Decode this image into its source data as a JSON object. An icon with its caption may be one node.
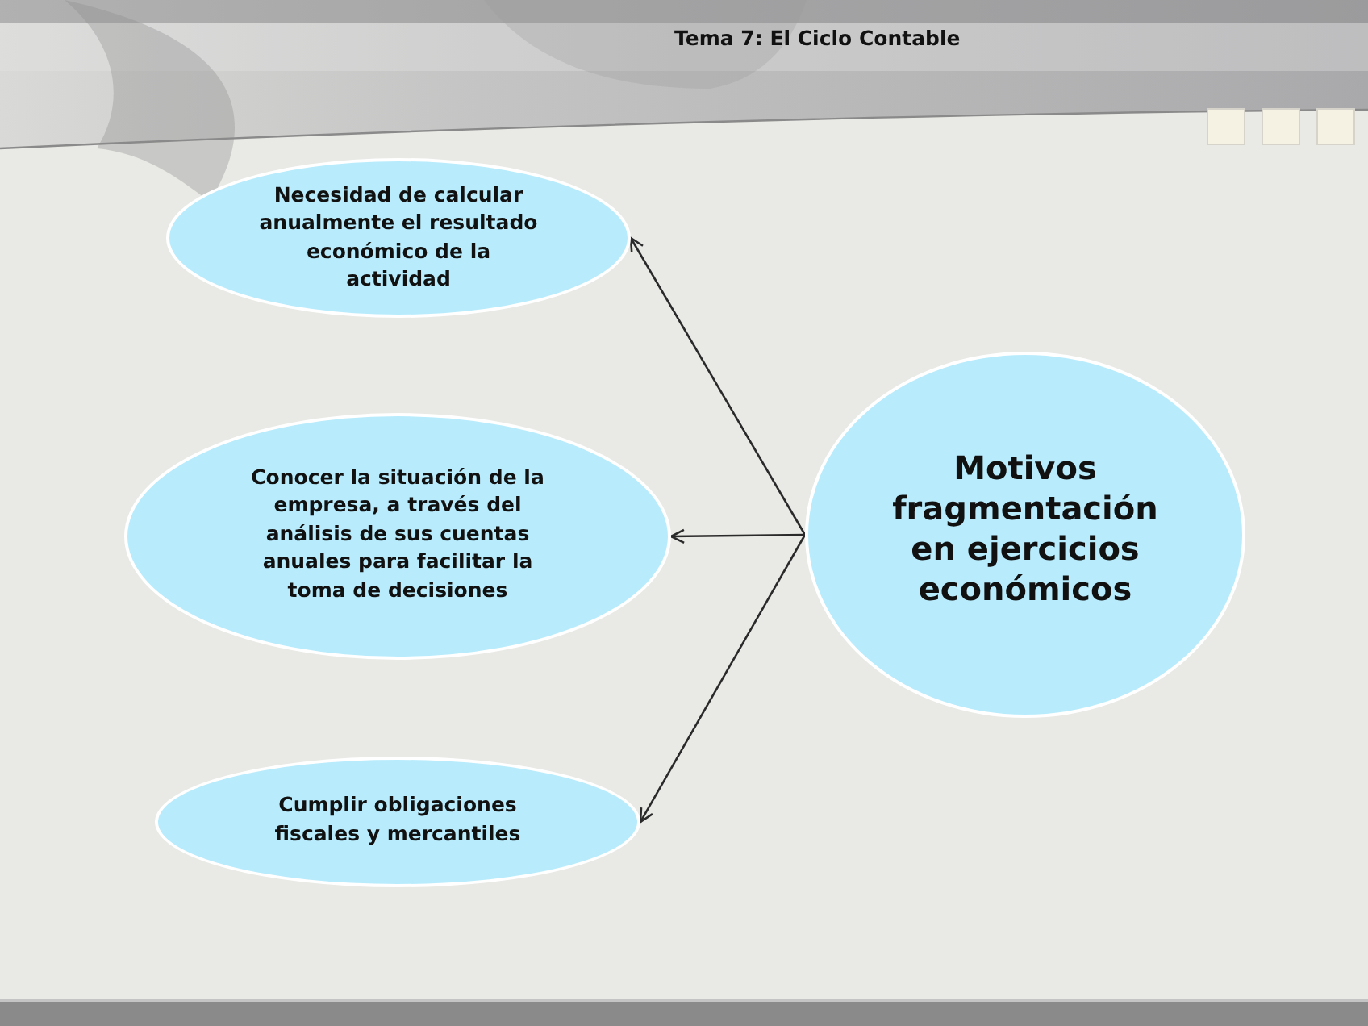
{
  "diagram": {
    "title": "Tema 7: El Ciclo Contable",
    "nodes": [
      {
        "text": [
          "Necesidad de calcular anualmente el resultado económico de la actividad"
        ]
      },
      {
        "text": [
          "Conocer la situación de la empresa, a través del análisis de sus cuentas anuales para facilitar la toma de decisiones"
        ]
      },
      {
        "text": [
          "Motivos fragmentación en ejercicios económicos"
        ]
      },
      {
        "text": [
          "Cumplir obligaciones fiscales y mercantiles"
        ]
      }
    ],
    "edges": [
      {
        "from": 2,
        "to": 0,
        "arrow": "to"
      },
      {
        "from": 2,
        "to": 1,
        "arrow": "to"
      },
      {
        "from": 2,
        "to": 3,
        "arrow": "to"
      }
    ]
  }
}
